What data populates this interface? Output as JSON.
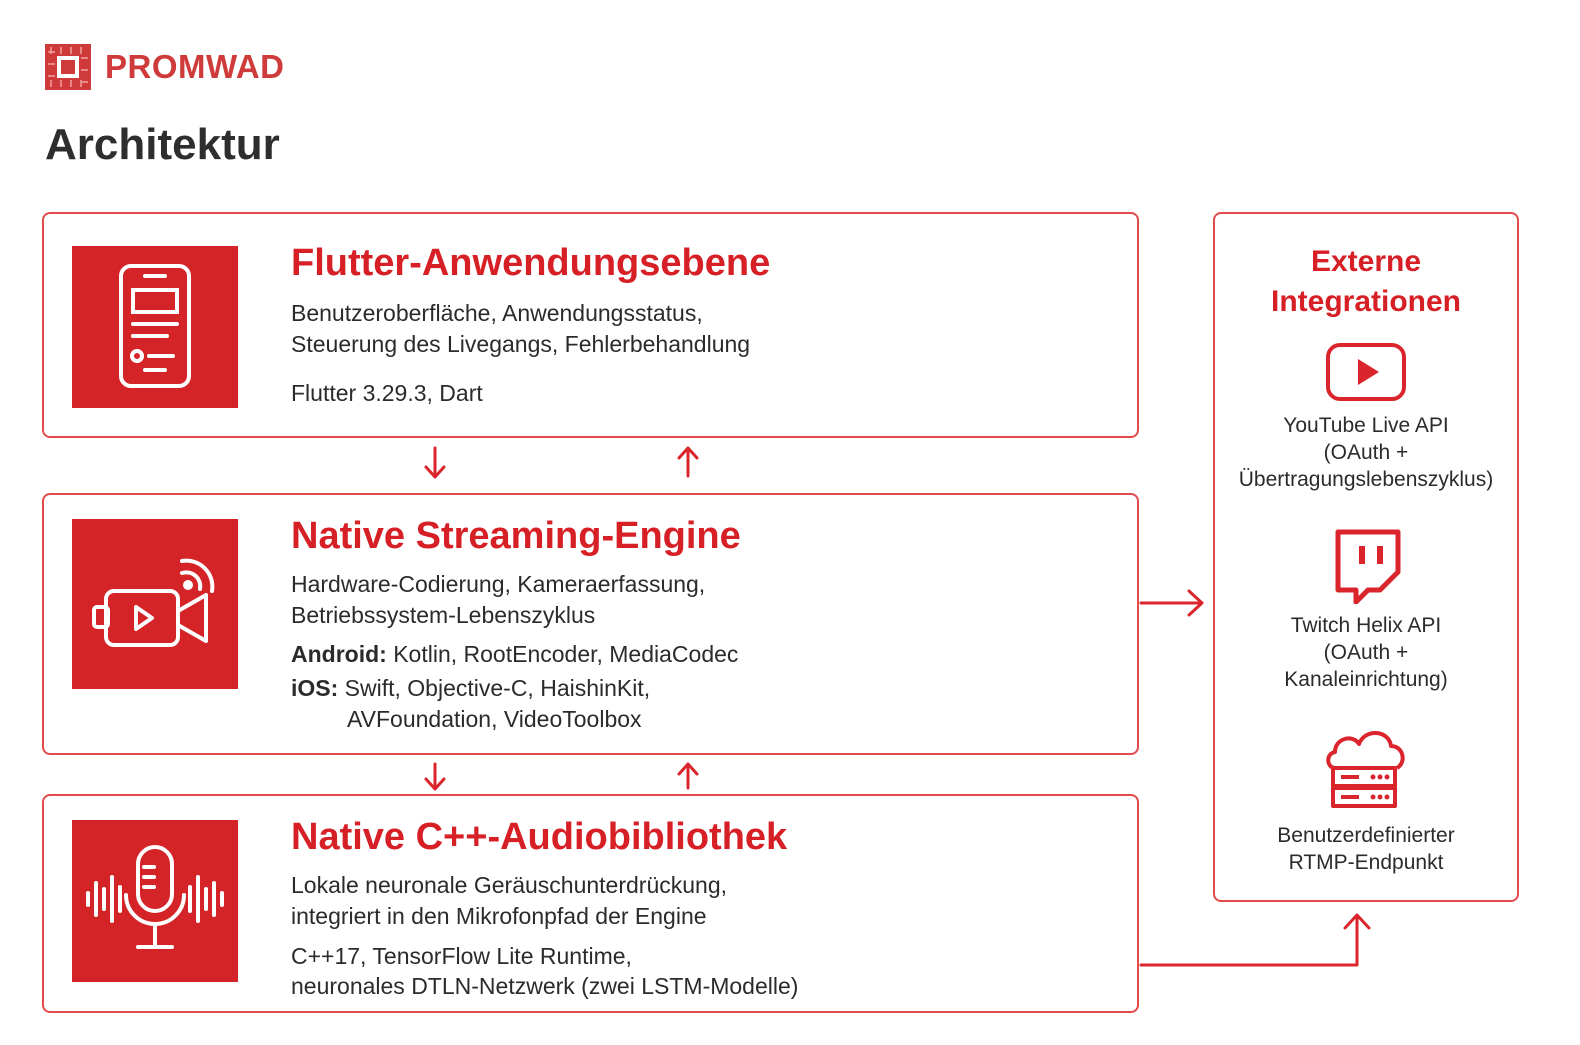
{
  "brand": {
    "name": "PROMWAD",
    "accent_color": "#d71f26"
  },
  "page_title": "Architektur",
  "layers": [
    {
      "icon": "smartphone-icon",
      "title": "Flutter-Anwendungsebene",
      "lines": [
        "Benutzeroberfläche, Anwendungsstatus,",
        "Steuerung des Livegangs, Fehlerbehandlung"
      ],
      "tech": "Flutter 3.29.3, Dart"
    },
    {
      "icon": "video-camera-icon",
      "title": "Native Streaming-Engine",
      "lines": [
        "Hardware-Codierung, Kameraerfassung,",
        "Betriebssystem-Lebenszyklus"
      ],
      "android_label": "Android:",
      "android_tech": " Kotlin, RootEncoder, MediaCodec",
      "ios_label": "iOS:",
      "ios_tech_1": " Swift, Objective-C, HaishinKit,",
      "ios_tech_2": "AVFoundation, VideoToolbox"
    },
    {
      "icon": "microphone-icon",
      "title": "Native C++-Audiobibliothek",
      "lines": [
        "Lokale neuronale Geräuschunterdrückung,",
        "integriert in den Mikrofonpfad der Engine"
      ],
      "tech_lines": [
        "C++17, TensorFlow Lite Runtime,",
        "neuronales DTLN-Netzwerk (zwei LSTM-Modelle)"
      ]
    }
  ],
  "external": {
    "title_1": "Externe",
    "title_2": "Integrationen",
    "items": [
      {
        "icon": "youtube-icon",
        "lines": [
          "YouTube Live API",
          "(OAuth +",
          "Übertragungslebenszyklus)"
        ]
      },
      {
        "icon": "twitch-icon",
        "lines": [
          "Twitch Helix API",
          "(OAuth +",
          "Kanaleinrichtung)"
        ]
      },
      {
        "icon": "cloud-server-icon",
        "lines": [
          "Benutzerdefinierter",
          "RTMP-Endpunkt"
        ]
      }
    ]
  }
}
